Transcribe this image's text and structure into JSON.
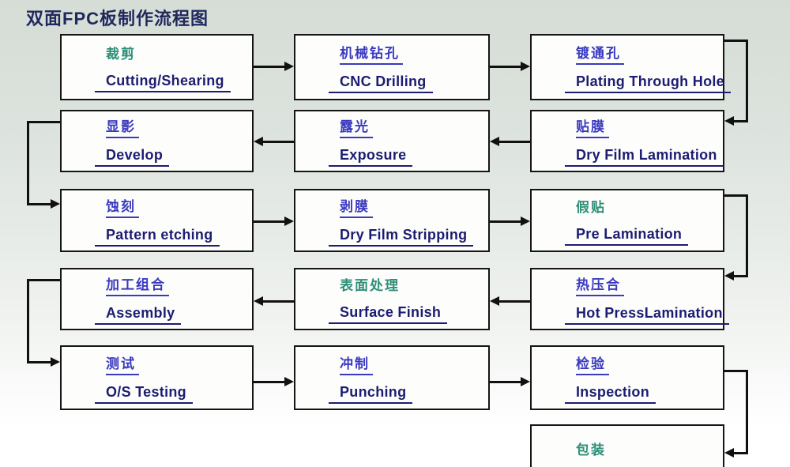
{
  "title": "双面FPC板制作流程图",
  "colors": {
    "accent_blue": "#3a3ac0",
    "accent_teal": "#2e8f78",
    "english_navy": "#1c1c72",
    "title_navy": "#20295c",
    "connector_black": "#111111",
    "box_fill": "#fdfdfc"
  },
  "boxes": [
    {
      "zh": "裁剪",
      "en": "Cutting/Shearing",
      "accent": "teal"
    },
    {
      "zh": "机械钻孔",
      "en": "CNC Drilling",
      "accent": "blue"
    },
    {
      "zh": "镀通孔",
      "en": "Plating Through Hole",
      "accent": "blue"
    },
    {
      "zh": "显影",
      "en": "Develop",
      "accent": "blue"
    },
    {
      "zh": "露光",
      "en": "Exposure",
      "accent": "blue"
    },
    {
      "zh": "贴膜",
      "en": "Dry Film Lamination",
      "accent": "blue"
    },
    {
      "zh": "蚀刻",
      "en": "Pattern etching",
      "accent": "blue"
    },
    {
      "zh": "剥膜",
      "en": "Dry Film Stripping",
      "accent": "blue"
    },
    {
      "zh": "假贴",
      "en": "Pre Lamination",
      "accent": "teal"
    },
    {
      "zh": "加工组合",
      "en": "Assembly",
      "accent": "blue"
    },
    {
      "zh": "表面处理",
      "en": "Surface Finish",
      "accent": "teal"
    },
    {
      "zh": "热压合",
      "en": "Hot PressLamination",
      "accent": "blue"
    },
    {
      "zh": "测试",
      "en": "O/S Testing",
      "accent": "blue"
    },
    {
      "zh": "冲制",
      "en": "Punching",
      "accent": "blue"
    },
    {
      "zh": "检验",
      "en": "Inspection",
      "accent": "blue"
    },
    {
      "zh": "包装",
      "en": "",
      "accent": "teal"
    }
  ],
  "flow_order": [
    "裁剪",
    "机械钻孔",
    "镀通孔",
    "贴膜",
    "露光",
    "显影",
    "蚀刻",
    "剥膜",
    "假贴",
    "热压合",
    "表面处理",
    "加工组合",
    "测试",
    "冲制",
    "检验",
    "包装"
  ]
}
